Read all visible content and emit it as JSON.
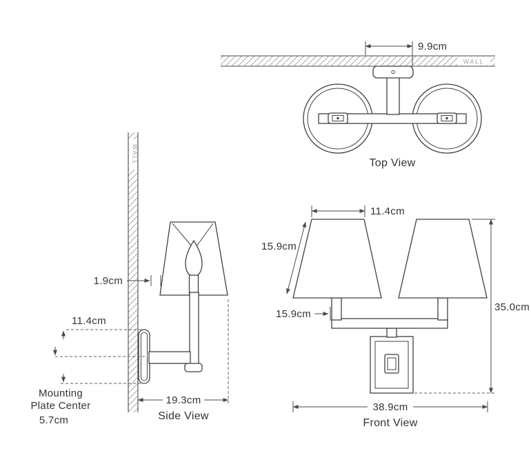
{
  "colors": {
    "background": "#ffffff",
    "line": "#3f3f3f",
    "dimension": "#4a4a4a",
    "text": "#333333",
    "wall_label": "#a0a0a0"
  },
  "top_view": {
    "label": "Top View",
    "wall_label": "WALL",
    "canopy_offset": "9.9cm"
  },
  "side_view": {
    "label": "Side View",
    "wall_label": "WALL",
    "wall_to_shade_gap": "1.9cm",
    "backplate_height": "11.4cm",
    "mounting_note_line1": "Mounting",
    "mounting_note_line2": "Plate Center",
    "mounting_plate_center_offset": "5.7cm",
    "projection": "19.3cm"
  },
  "front_view": {
    "label": "Front View",
    "shade_top_width": "11.4cm",
    "shade_slant_height": "15.9cm",
    "shade_height": "15.9cm",
    "overall_height": "35.0cm",
    "overall_width": "38.9cm"
  }
}
